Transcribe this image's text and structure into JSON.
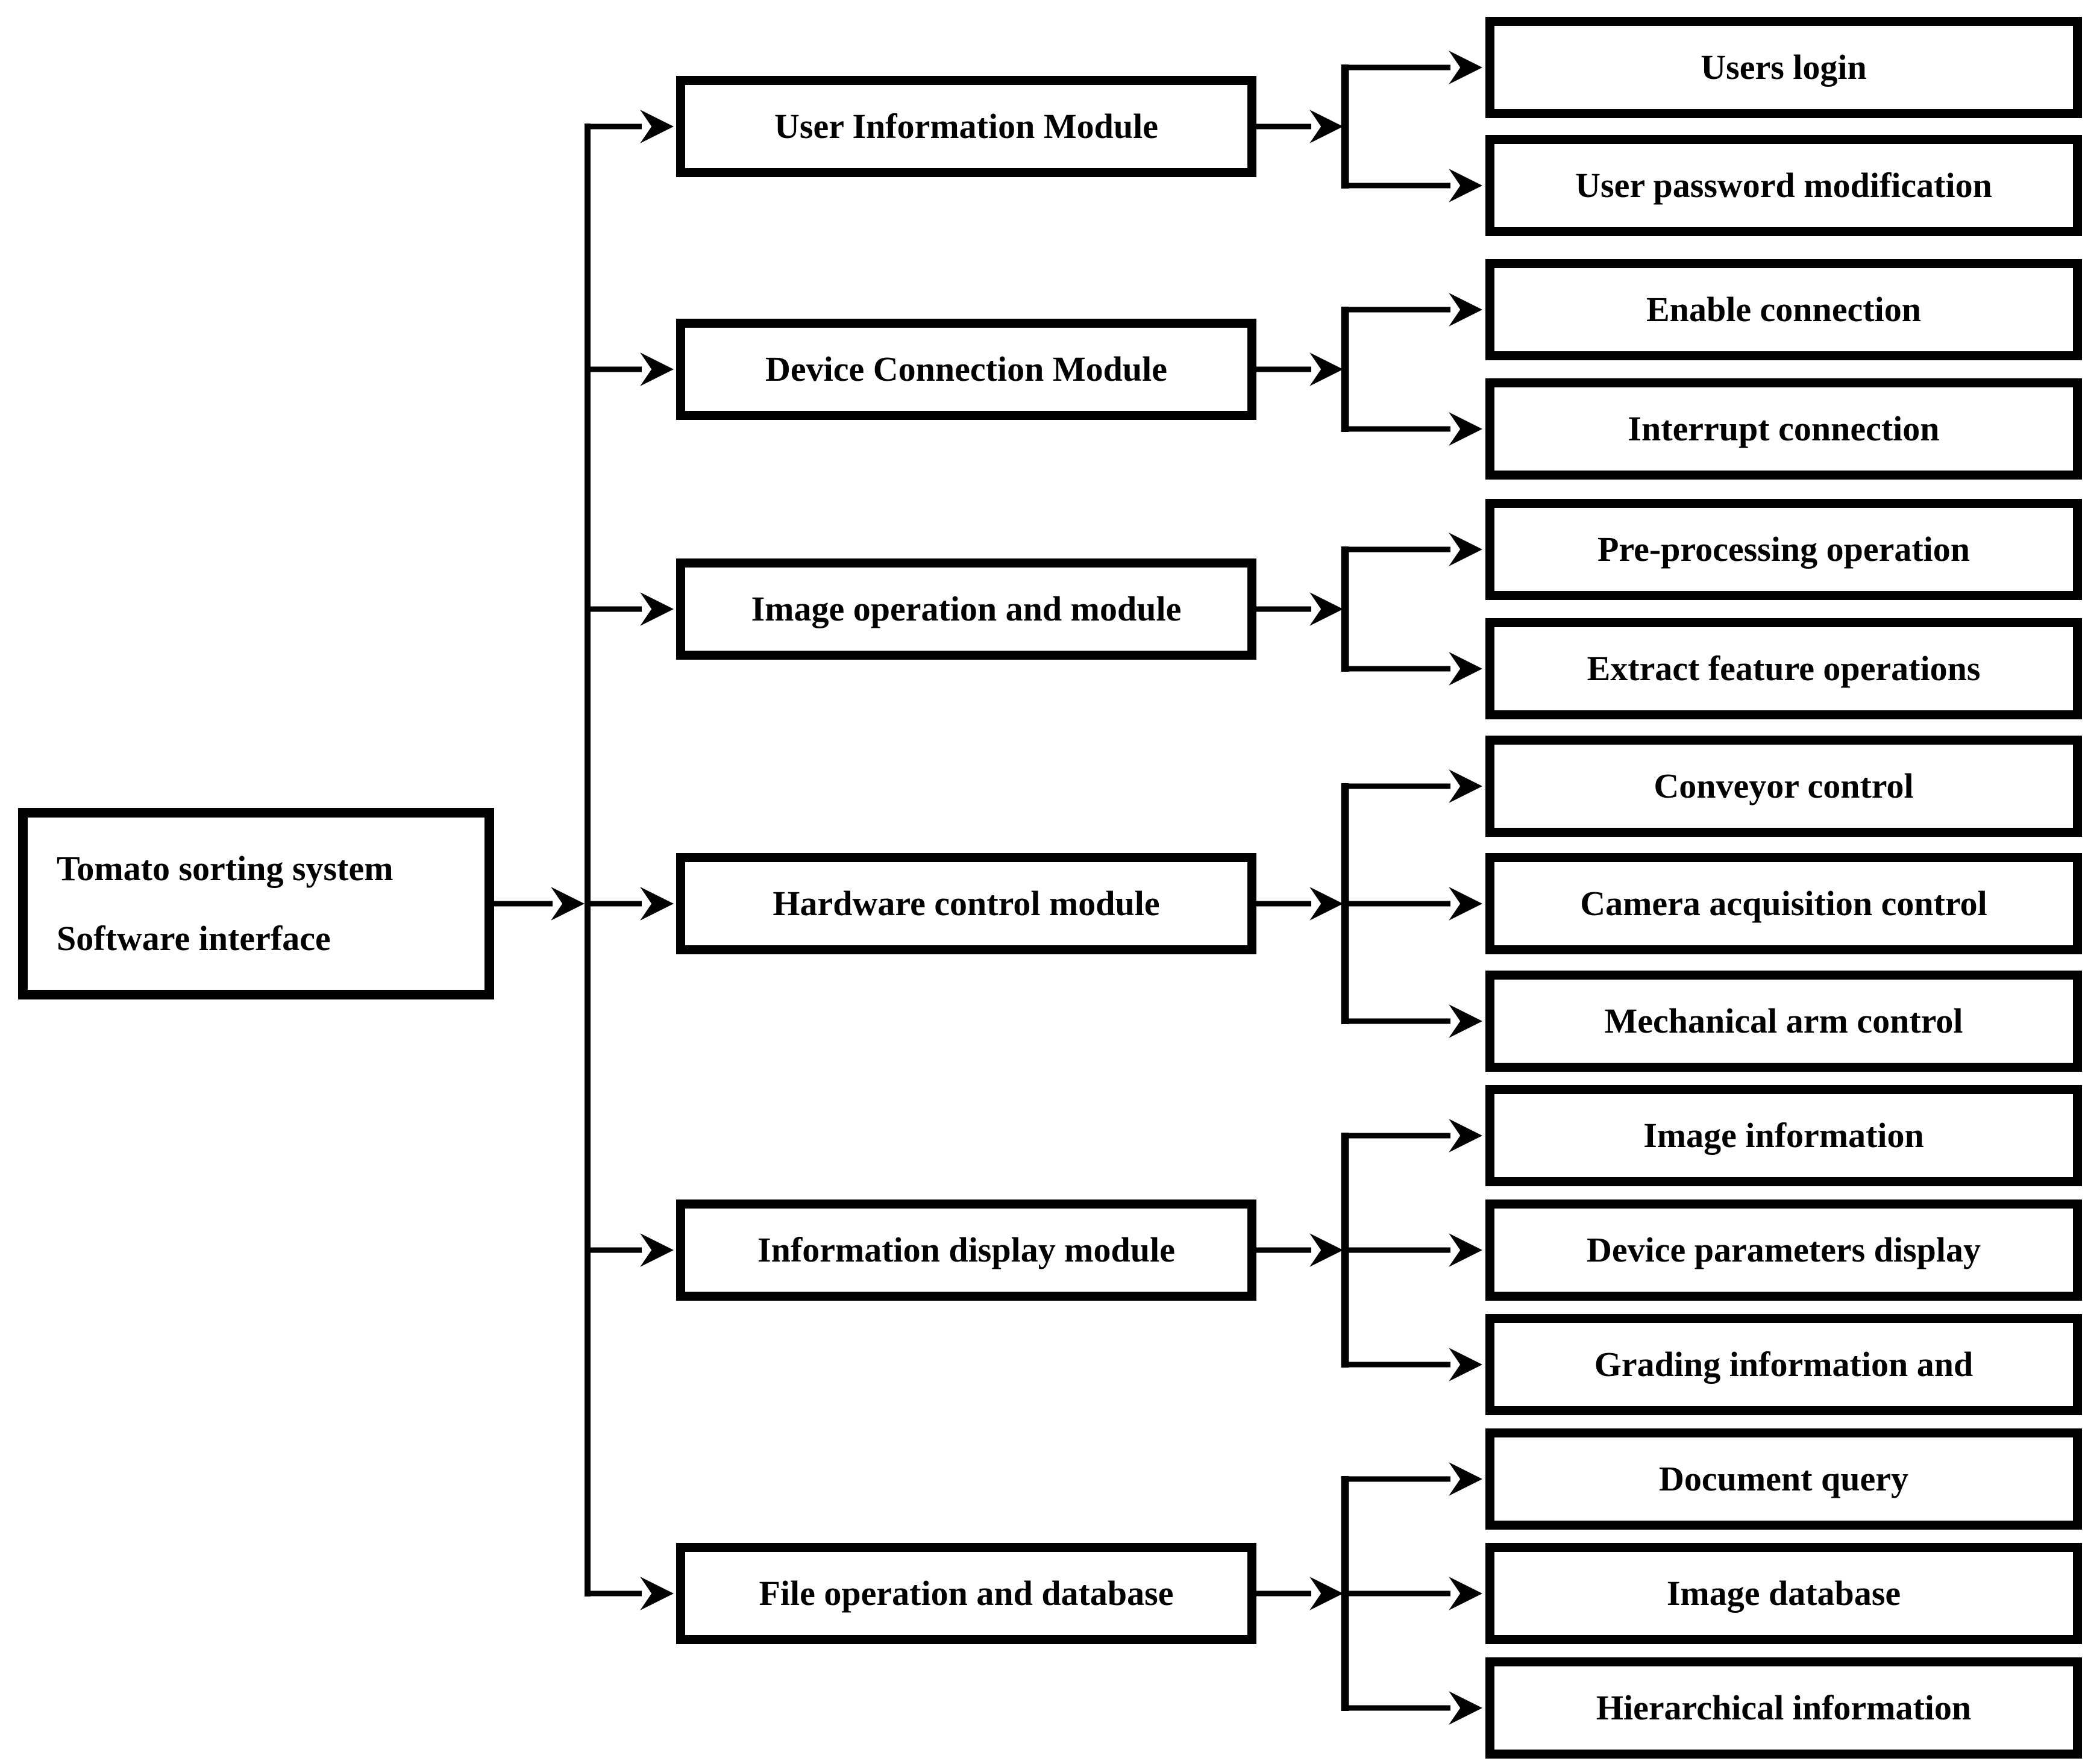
{
  "root": {
    "line1": "Tomato sorting system",
    "line2": "Software interface"
  },
  "groups": [
    {
      "module": "User Information Module",
      "children": [
        "Users login",
        "User password modification"
      ]
    },
    {
      "module": "Device Connection Module",
      "children": [
        "Enable connection",
        "Interrupt connection"
      ]
    },
    {
      "module": "Image operation and module",
      "children": [
        "Pre-processing operation",
        "Extract feature operations"
      ]
    },
    {
      "module": "Hardware control module",
      "children": [
        "Conveyor control",
        "Camera acquisition control",
        "Mechanical arm control"
      ]
    },
    {
      "module": "Information display module",
      "children": [
        "Image information",
        "Device parameters display",
        "Grading information and"
      ]
    },
    {
      "module": "File operation and database",
      "children": [
        "Document query",
        "Image database",
        "Hierarchical information"
      ]
    }
  ],
  "colors": {
    "line": "#000000",
    "box_border": "#000000",
    "box_fill": "#ffffff",
    "background": "#ffffff"
  }
}
